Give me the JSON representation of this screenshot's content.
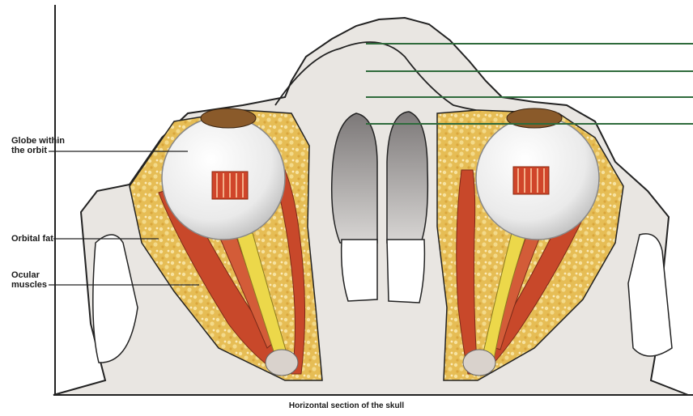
{
  "labels": {
    "globe": "Globe within\nthe orbit",
    "orbital_fat": "Orbital fat",
    "ocular_muscles": "Ocular\nmuscles"
  },
  "caption": "Horizontal section of the skull",
  "colors": {
    "bone": "#e9e6e2",
    "outline": "#222222",
    "fat": "#e8c15a",
    "muscle": "#c8482a",
    "optic_nerve": "#ecd84a",
    "sinus": "#8c8888",
    "leader_line": "#2f6b3c",
    "eyeball": "#f2f2f2",
    "iris": "#8a5a2a"
  },
  "unlabeled_leader_lines": 4
}
